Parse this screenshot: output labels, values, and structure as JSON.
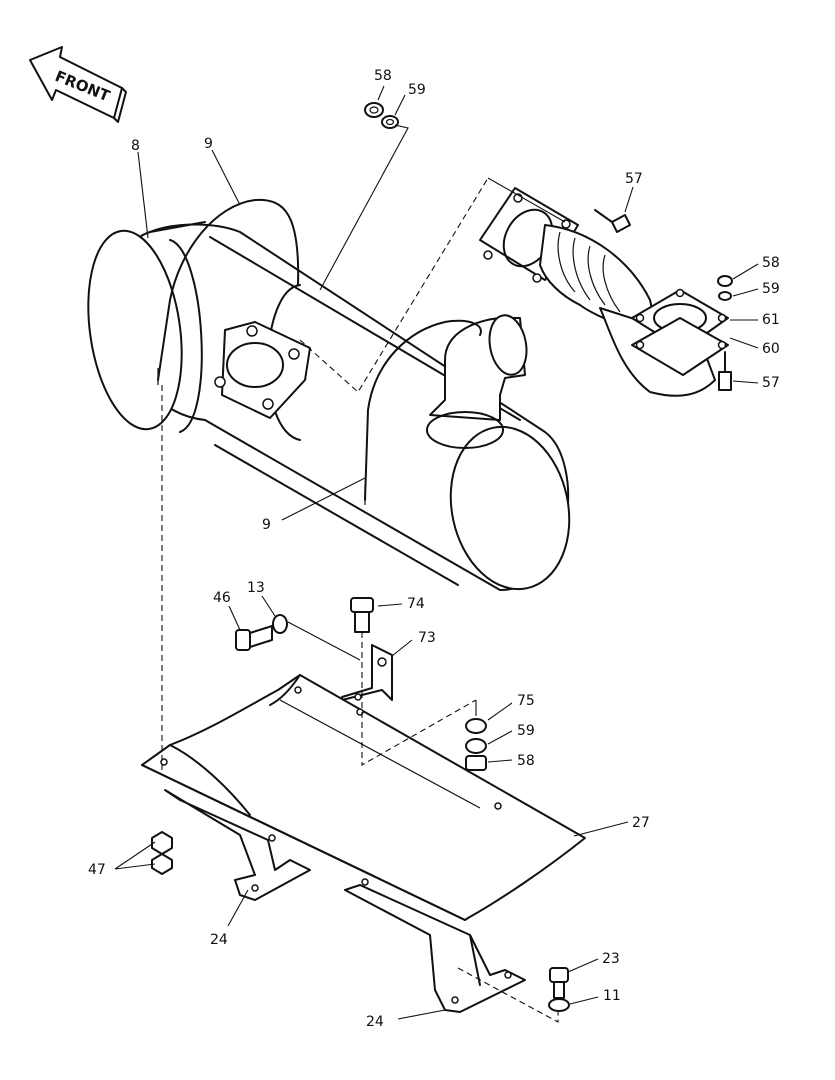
{
  "front_arrow": {
    "label": "FRONT"
  },
  "callouts": [
    {
      "id": "c58a",
      "text": "58"
    },
    {
      "id": "c59a",
      "text": "59"
    },
    {
      "id": "c8",
      "text": "8"
    },
    {
      "id": "c9a",
      "text": "9"
    },
    {
      "id": "c57a",
      "text": "57"
    },
    {
      "id": "c58b",
      "text": "58"
    },
    {
      "id": "c59b",
      "text": "59"
    },
    {
      "id": "c61",
      "text": "61"
    },
    {
      "id": "c60",
      "text": "60"
    },
    {
      "id": "c57b",
      "text": "57"
    },
    {
      "id": "c9b",
      "text": "9"
    },
    {
      "id": "c46",
      "text": "46"
    },
    {
      "id": "c13",
      "text": "13"
    },
    {
      "id": "c74",
      "text": "74"
    },
    {
      "id": "c73",
      "text": "73"
    },
    {
      "id": "c75",
      "text": "75"
    },
    {
      "id": "c59c",
      "text": "59"
    },
    {
      "id": "c58c",
      "text": "58"
    },
    {
      "id": "c27",
      "text": "27"
    },
    {
      "id": "c47",
      "text": "47"
    },
    {
      "id": "c24a",
      "text": "24"
    },
    {
      "id": "c23",
      "text": "23"
    },
    {
      "id": "c11",
      "text": "11"
    },
    {
      "id": "c24b",
      "text": "24"
    }
  ]
}
